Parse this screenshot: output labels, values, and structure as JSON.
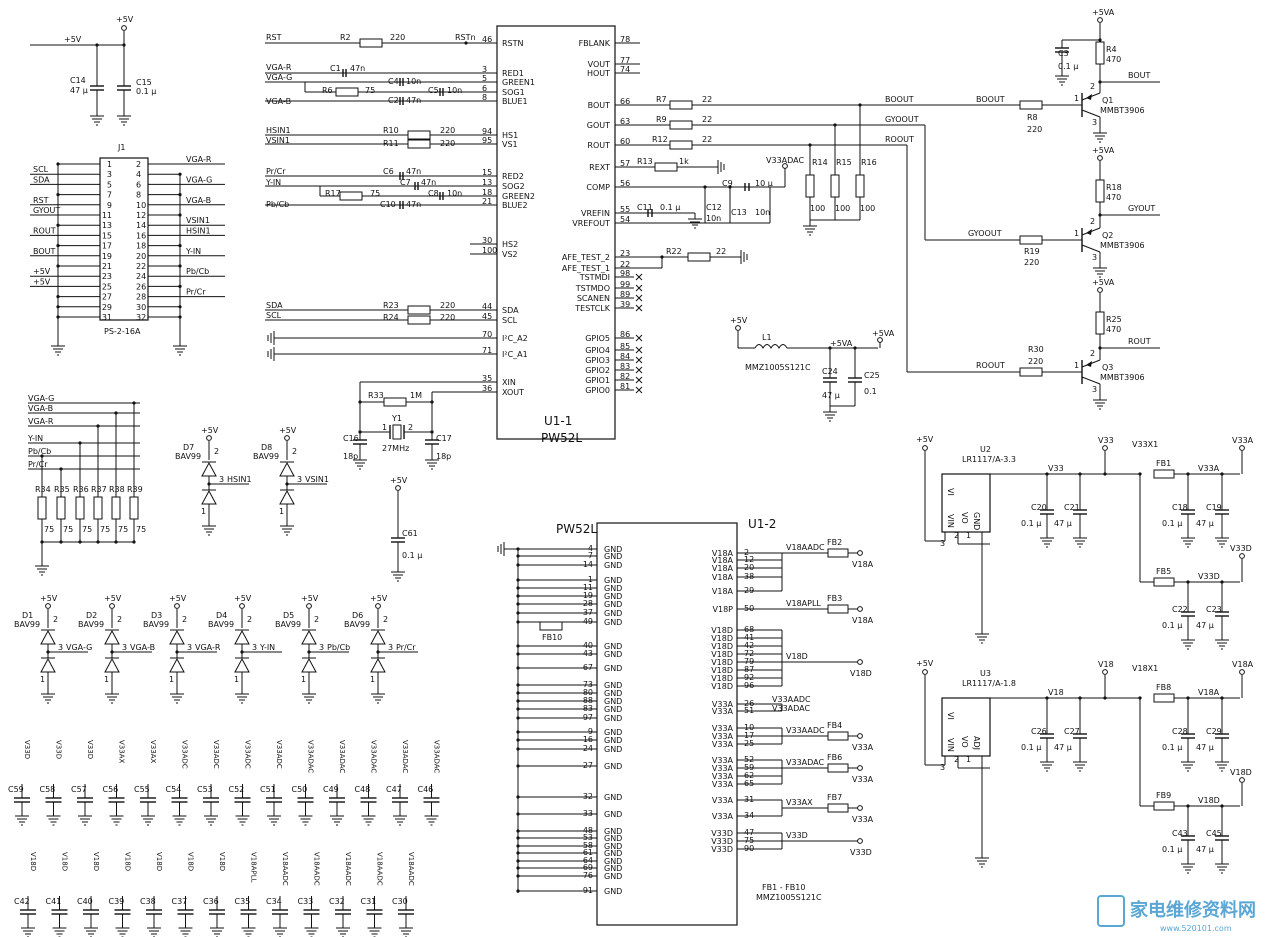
{
  "u1_1": {
    "title": "U1-1",
    "part": "PW52L",
    "left_pins": [
      {
        "num": "46",
        "name": "RSTN"
      },
      {
        "num": "3",
        "name": "RED1"
      },
      {
        "num": "5",
        "name": "GREEN1"
      },
      {
        "num": "6",
        "name": "SOG1"
      },
      {
        "num": "8",
        "name": "BLUE1"
      },
      {
        "num": "94",
        "name": "HS1"
      },
      {
        "num": "95",
        "name": "VS1"
      },
      {
        "num": "15",
        "name": "RED2"
      },
      {
        "num": "13",
        "name": "SOG2"
      },
      {
        "num": "18",
        "name": "GREEN2"
      },
      {
        "num": "21",
        "name": "BLUE2"
      },
      {
        "num": "30",
        "name": "HS2"
      },
      {
        "num": "100",
        "name": "VS2"
      },
      {
        "num": "44",
        "name": "SDA"
      },
      {
        "num": "45",
        "name": "SCL"
      },
      {
        "num": "70",
        "name": "I²C_A2"
      },
      {
        "num": "71",
        "name": "I²C_A1"
      },
      {
        "num": "35",
        "name": "XIN"
      },
      {
        "num": "36",
        "name": "XOUT"
      }
    ],
    "right_pins": [
      {
        "num": "78",
        "name": "FBLANK"
      },
      {
        "num": "77",
        "name": "VOUT"
      },
      {
        "num": "74",
        "name": "HOUT"
      },
      {
        "num": "66",
        "name": "BOUT"
      },
      {
        "num": "63",
        "name": "GOUT"
      },
      {
        "num": "60",
        "name": "ROUT"
      },
      {
        "num": "57",
        "name": "REXT"
      },
      {
        "num": "56",
        "name": "COMP"
      },
      {
        "num": "55",
        "name": "VREFIN"
      },
      {
        "num": "54",
        "name": "VREFOUT"
      },
      {
        "num": "23",
        "name": "AFE_TEST_2"
      },
      {
        "num": "22",
        "name": "AFE_TEST_1"
      },
      {
        "num": "98",
        "name": "TSTMDI"
      },
      {
        "num": "99",
        "name": "TSTMDO"
      },
      {
        "num": "89",
        "name": "SCANEN"
      },
      {
        "num": "39",
        "name": "TESTCLK"
      },
      {
        "num": "86",
        "name": "GPIO5"
      },
      {
        "num": "85",
        "name": "GPIO4"
      },
      {
        "num": "84",
        "name": "GPIO3"
      },
      {
        "num": "83",
        "name": "GPIO2"
      },
      {
        "num": "82",
        "name": "GPIO1"
      },
      {
        "num": "81",
        "name": "GPIO0"
      }
    ]
  },
  "input_nets": {
    "rst": "RST",
    "r2": "R2",
    "r2_val": "220",
    "rstn": "RSTn",
    "vga_r": "VGA-R",
    "vga_g": "VGA-G",
    "vga_b": "VGA-B",
    "c1": "C1",
    "c1_val": "47n",
    "c4": "C4",
    "c4_val": "10n",
    "r6": "R6",
    "r6_val": "75",
    "c5": "C5",
    "c5_val": "10n",
    "c2": "C2",
    "c2_val": "47n",
    "hsin1": "HSIN1",
    "vsin1": "VSIN1",
    "r10": "R10",
    "r10_val": "220",
    "r11": "R11",
    "r11_val": "220",
    "pr_cr": "Pr/Cr",
    "y_in": "Y-IN",
    "pb_cb": "Pb/Cb",
    "c6": "C6",
    "c6_val": "47n",
    "c7": "C7",
    "c7_val": "47n",
    "r17": "R17",
    "r17_val": "75",
    "c8": "C8",
    "c8_val": "10n",
    "c10": "C10",
    "c10_val": "47n",
    "sda": "SDA",
    "scl": "SCL",
    "r23": "R23",
    "r23_val": "220",
    "r24": "R24",
    "r24_val": "220",
    "r33": "R33",
    "r33_val": "1M",
    "y1": "Y1",
    "y1_val": "27MHz",
    "c16": "C16",
    "c16_val": "18p",
    "c17": "C17",
    "c17_val": "18p",
    "pin1": "1",
    "pin2": "2"
  },
  "output_nets": {
    "r7": "R7",
    "r7_val": "22",
    "r9": "R9",
    "r9_val": "22",
    "r12": "R12",
    "r12_val": "22",
    "r13": "R13",
    "r13_val": "1k",
    "c9": "C9",
    "c9_val": "10 μ",
    "c11": "C11",
    "c11_val": "0.1 μ",
    "c12": "C12",
    "c12_val": "10n",
    "c13": "C13",
    "c13_val": "10n",
    "v33adac": "V33ADAC",
    "r14": "R14",
    "r15": "R15",
    "r16": "R16",
    "r_pd_val": "100",
    "r22": "R22",
    "r22_val": "22",
    "boout": "BOOUT",
    "gyoout": "GYOOUT",
    "roout": "ROOUT",
    "r8": "R8",
    "r8_val": "220",
    "r19": "R19",
    "r19_val": "220",
    "r30": "R30",
    "r30_val": "220",
    "q1": "Q1",
    "q2": "Q2",
    "q3": "Q3",
    "q_part": "MMBT3906",
    "p5va": "+5VA",
    "r4": "R4",
    "r18": "R18",
    "r25": "R25",
    "r_pu_val": "470",
    "c3": "C3",
    "c3_val": "0.1 μ",
    "bout": "BOUT",
    "gyout": "GYOUT",
    "rout": "ROUT",
    "q_pin1": "1",
    "q_pin2": "2",
    "q_pin3": "3",
    "l1": "L1",
    "l1_part": "MMZ1005S121C",
    "c24": "C24",
    "c24_val": "47 μ",
    "c25": "C25",
    "c25_val": "0.1"
  },
  "connector_j1": {
    "ref": "J1",
    "part": "PS-2-16A",
    "p5v": "+5V",
    "c14": "C14",
    "c14_val": "47 μ",
    "c15": "C15",
    "c15_val": "0.1 μ",
    "left": [
      {
        "pin": "1",
        "net": ""
      },
      {
        "pin": "3",
        "net": "SCL"
      },
      {
        "pin": "5",
        "net": "SDA"
      },
      {
        "pin": "7",
        "net": ""
      },
      {
        "pin": "9",
        "net": "RST"
      },
      {
        "pin": "11",
        "net": "GYOUT"
      },
      {
        "pin": "13",
        "net": ""
      },
      {
        "pin": "15",
        "net": "ROUT"
      },
      {
        "pin": "17",
        "net": ""
      },
      {
        "pin": "19",
        "net": "BOUT"
      },
      {
        "pin": "21",
        "net": ""
      },
      {
        "pin": "23",
        "net": "+5V"
      },
      {
        "pin": "25",
        "net": "+5V"
      },
      {
        "pin": "27",
        "net": ""
      },
      {
        "pin": "29",
        "net": ""
      },
      {
        "pin": "31",
        "net": ""
      }
    ],
    "right": [
      {
        "pin": "2",
        "net": "VGA-R"
      },
      {
        "pin": "4",
        "net": ""
      },
      {
        "pin": "6",
        "net": "VGA-G"
      },
      {
        "pin": "8",
        "net": ""
      },
      {
        "pin": "10",
        "net": "VGA-B"
      },
      {
        "pin": "12",
        "net": ""
      },
      {
        "pin": "14",
        "net": "VSIN1"
      },
      {
        "pin": "16",
        "net": "HSIN1"
      },
      {
        "pin": "18",
        "net": ""
      },
      {
        "pin": "20",
        "net": "Y-IN"
      },
      {
        "pin": "22",
        "net": ""
      },
      {
        "pin": "24",
        "net": "Pb/Cb"
      },
      {
        "pin": "26",
        "net": ""
      },
      {
        "pin": "28",
        "net": "Pr/Cr"
      },
      {
        "pin": "30",
        "net": ""
      },
      {
        "pin": "32",
        "net": ""
      }
    ]
  },
  "termination": {
    "nets": [
      "VGA-G",
      "VGA-B",
      "VGA-R",
      "Y-IN",
      "Pb/Cb",
      "Pr/Cr"
    ],
    "resistors": [
      {
        "ref": "R34",
        "val": "75"
      },
      {
        "ref": "R35",
        "val": "75"
      },
      {
        "ref": "R36",
        "val": "75"
      },
      {
        "ref": "R37",
        "val": "75"
      },
      {
        "ref": "R38",
        "val": "75"
      },
      {
        "ref": "R39",
        "val": "75"
      }
    ]
  },
  "diodes_top": [
    {
      "ref": "D7",
      "part": "BAV99",
      "net": "HSIN1",
      "supply": "+5V"
    },
    {
      "ref": "D8",
      "part": "BAV99",
      "net": "VSIN1",
      "supply": "+5V"
    }
  ],
  "c61": {
    "ref": "C61",
    "val": "0.1 μ",
    "supply": "+5V"
  },
  "diodes_bottom": [
    {
      "ref": "D1",
      "part": "BAV99",
      "net": "VGA-G",
      "supply": "+5V"
    },
    {
      "ref": "D2",
      "part": "BAV99",
      "net": "VGA-B",
      "supply": "+5V"
    },
    {
      "ref": "D3",
      "part": "BAV99",
      "net": "VGA-R",
      "supply": "+5V"
    },
    {
      "ref": "D4",
      "part": "BAV99",
      "net": "Y-IN",
      "supply": "+5V"
    },
    {
      "ref": "D5",
      "part": "BAV99",
      "net": "Pb/Cb",
      "supply": "+5V"
    },
    {
      "ref": "D6",
      "part": "BAV99",
      "net": "Pr/Cr",
      "supply": "+5V"
    }
  ],
  "diode_pins": {
    "p1": "1",
    "p2": "2",
    "p3": "3"
  },
  "decoupling_row1": [
    {
      "net": "V33D",
      "ref": "C59"
    },
    {
      "net": "V33D",
      "ref": "C58"
    },
    {
      "net": "V33D",
      "ref": "C57"
    },
    {
      "net": "V33AX",
      "ref": "C56"
    },
    {
      "net": "V33AX",
      "ref": "C55"
    },
    {
      "net": "V33ADC",
      "ref": "C54"
    },
    {
      "net": "V33ADC",
      "ref": "C53"
    },
    {
      "net": "V33ADC",
      "ref": "C52"
    },
    {
      "net": "V33ADC",
      "ref": "C51"
    },
    {
      "net": "V33ADAC",
      "ref": "C50"
    },
    {
      "net": "V33ADAC",
      "ref": "C49"
    },
    {
      "net": "V33ADAC",
      "ref": "C48"
    },
    {
      "net": "V33ADAC",
      "ref": "C47"
    },
    {
      "net": "V33ADAC",
      "ref": "C46"
    }
  ],
  "decoupling_row2": [
    {
      "net": "V18D",
      "ref": "C42"
    },
    {
      "net": "V18D",
      "ref": "C41"
    },
    {
      "net": "V18D",
      "ref": "C40"
    },
    {
      "net": "V18D",
      "ref": "C39"
    },
    {
      "net": "V18D",
      "ref": "C38"
    },
    {
      "net": "V18D",
      "ref": "C37"
    },
    {
      "net": "V18D",
      "ref": "C36"
    },
    {
      "net": "V18APLL",
      "ref": "C35"
    },
    {
      "net": "V18AADC",
      "ref": "C34"
    },
    {
      "net": "V18AADC",
      "ref": "C33"
    },
    {
      "net": "V18AADC",
      "ref": "C32"
    },
    {
      "net": "V18AADC",
      "ref": "C31"
    },
    {
      "net": "V18AADC",
      "ref": "C30"
    }
  ],
  "u1_2": {
    "title": "U1-2",
    "part": "PW52L",
    "fb10": "FB10",
    "gnd_name": "GND",
    "gnd_pins": [
      "4",
      "7",
      "14",
      "1",
      "11",
      "19",
      "28",
      "37",
      "49",
      "40",
      "43",
      "67",
      "73",
      "80",
      "88",
      "83",
      "97",
      "9",
      "16",
      "24",
      "27",
      "32",
      "33",
      "48",
      "53",
      "58",
      "61",
      "64",
      "69",
      "76",
      "91"
    ],
    "right_pins": [
      {
        "num": "2",
        "name": "V18A"
      },
      {
        "num": "12",
        "name": "V18A"
      },
      {
        "num": "20",
        "name": "V18A"
      },
      {
        "num": "38",
        "name": "V18A"
      },
      {
        "num": "29",
        "name": "V18A"
      },
      {
        "num": "50",
        "name": "V18P"
      },
      {
        "num": "68",
        "name": "V18D"
      },
      {
        "num": "41",
        "name": "V18D"
      },
      {
        "num": "42",
        "name": "V18D"
      },
      {
        "num": "72",
        "name": "V18D"
      },
      {
        "num": "79",
        "name": "V18D"
      },
      {
        "num": "87",
        "name": "V18D"
      },
      {
        "num": "92",
        "name": "V18D"
      },
      {
        "num": "96",
        "name": "V18D"
      },
      {
        "num": "26",
        "name": "V33A"
      },
      {
        "num": "51",
        "name": "V33A"
      },
      {
        "num": "10",
        "name": "V33A"
      },
      {
        "num": "17",
        "name": "V33A"
      },
      {
        "num": "25",
        "name": "V33A"
      },
      {
        "num": "52",
        "name": "V33A"
      },
      {
        "num": "59",
        "name": "V33A"
      },
      {
        "num": "62",
        "name": "V33A"
      },
      {
        "num": "65",
        "name": "V33A"
      },
      {
        "num": "31",
        "name": "V33A"
      },
      {
        "num": "34",
        "name": "V33A"
      },
      {
        "num": "47",
        "name": "V33D"
      },
      {
        "num": "75",
        "name": "V33D"
      },
      {
        "num": "90",
        "name": "V33D"
      }
    ],
    "nets": {
      "v18aadc": "V18AADC",
      "v18apll": "V18APLL",
      "v18d": "V18D",
      "v33aadc": "V33AADC",
      "v33adac": "V33ADAC",
      "v33ax": "V33AX",
      "v33d": "V33D",
      "v18a": "V18A",
      "v33a": "V33A",
      "fb2": "FB2",
      "fb3": "FB3",
      "fb4": "FB4",
      "fb6": "FB6",
      "fb7": "FB7"
    },
    "note_1": "FB1 - FB10",
    "note_2": "MMZ1005S121C"
  },
  "regulators": {
    "p5v": "+5V",
    "u2": "U2",
    "u2_part": "LR1117/A-3.3",
    "u3": "U3",
    "u3_part": "LR1117/A-1.8",
    "vi": "VI",
    "vo": "VO",
    "gnd": "GND",
    "adj": "ADJ",
    "vin": "VIN",
    "v33": "V33",
    "v33x1": "V33X1",
    "v33a": "V33A",
    "v33d": "V33D",
    "v18": "V18",
    "v18x1": "V18X1",
    "v18a": "V18A",
    "v18d": "V18D",
    "fb1": "FB1",
    "fb5": "FB5",
    "fb8": "FB8",
    "fb9": "FB9",
    "c20": "C20",
    "c21": "C21",
    "c18": "C18",
    "c19": "C19",
    "c22": "C22",
    "c23": "C23",
    "c26": "C26",
    "c27": "C27",
    "c28": "C28",
    "c29": "C29",
    "c43": "C43",
    "c45": "C45",
    "v01": "0.1 μ",
    "v47": "47 μ",
    "p1": "1",
    "p2": "2",
    "p3": "3"
  },
  "watermark": {
    "line1": "家电维修资料网",
    "line2": "www.520101.com"
  }
}
